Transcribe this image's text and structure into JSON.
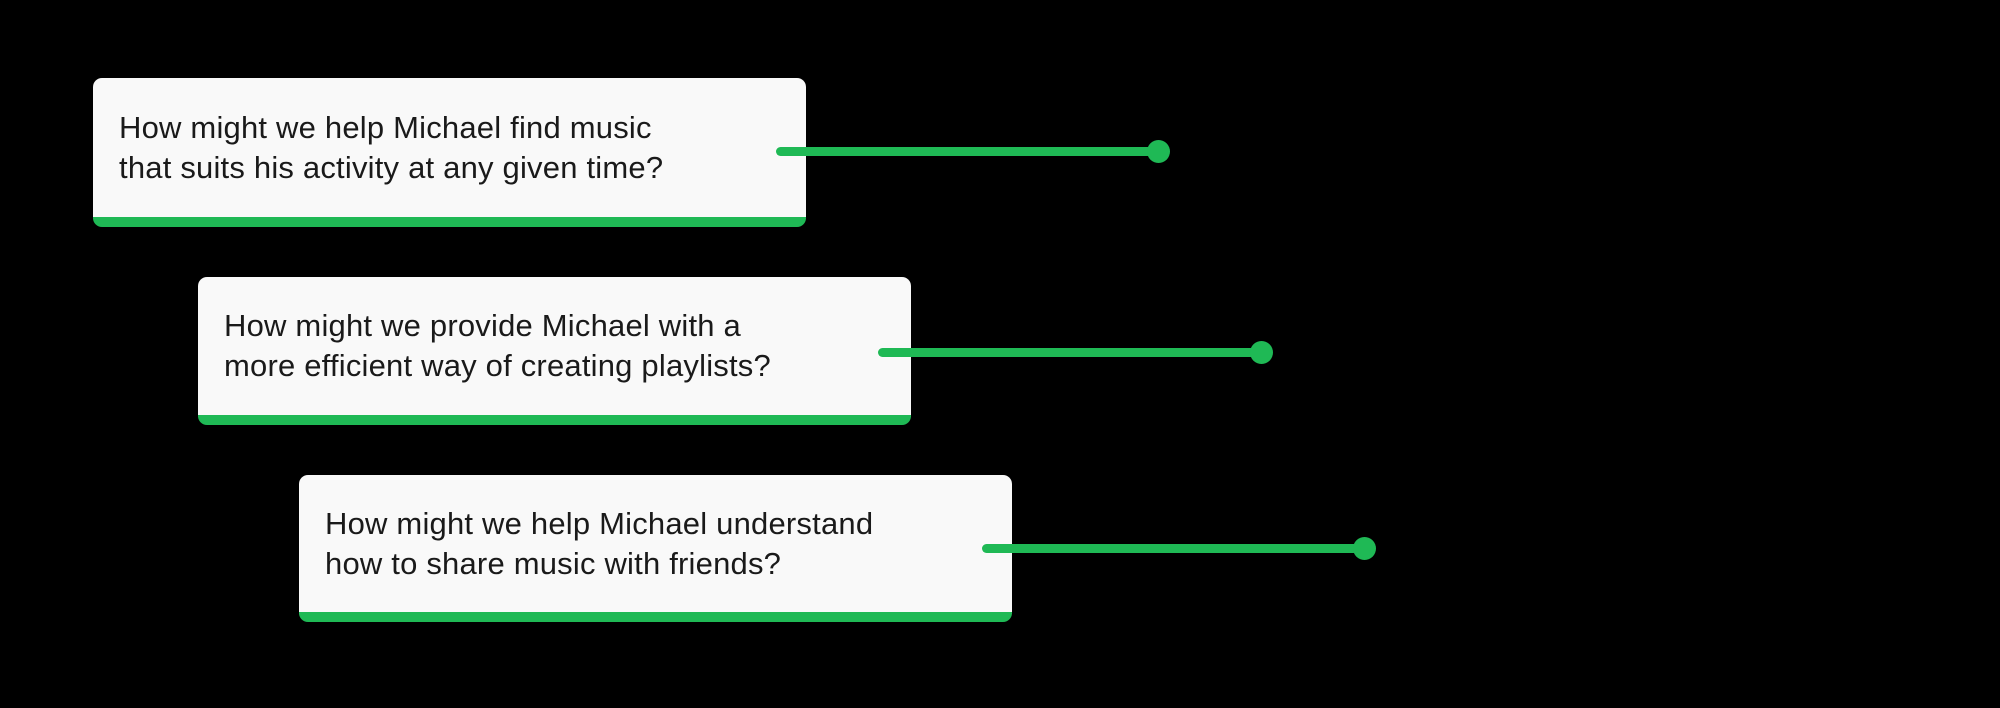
{
  "colors": {
    "background": "#000000",
    "accent": "#1fb955",
    "card-bg": "#f9f9f9",
    "text": "#1a1a1a"
  },
  "cards": [
    {
      "id": "hmw-find-music",
      "lines": [
        "How might we help Michael find music",
        "that suits his activity at any given time?"
      ]
    },
    {
      "id": "hmw-create-playlists",
      "lines": [
        "How might we provide Michael with a",
        "more efficient way of creating playlists?"
      ]
    },
    {
      "id": "hmw-share-music",
      "lines": [
        "How might we help Michael understand",
        "how to share music with friends?"
      ]
    }
  ]
}
